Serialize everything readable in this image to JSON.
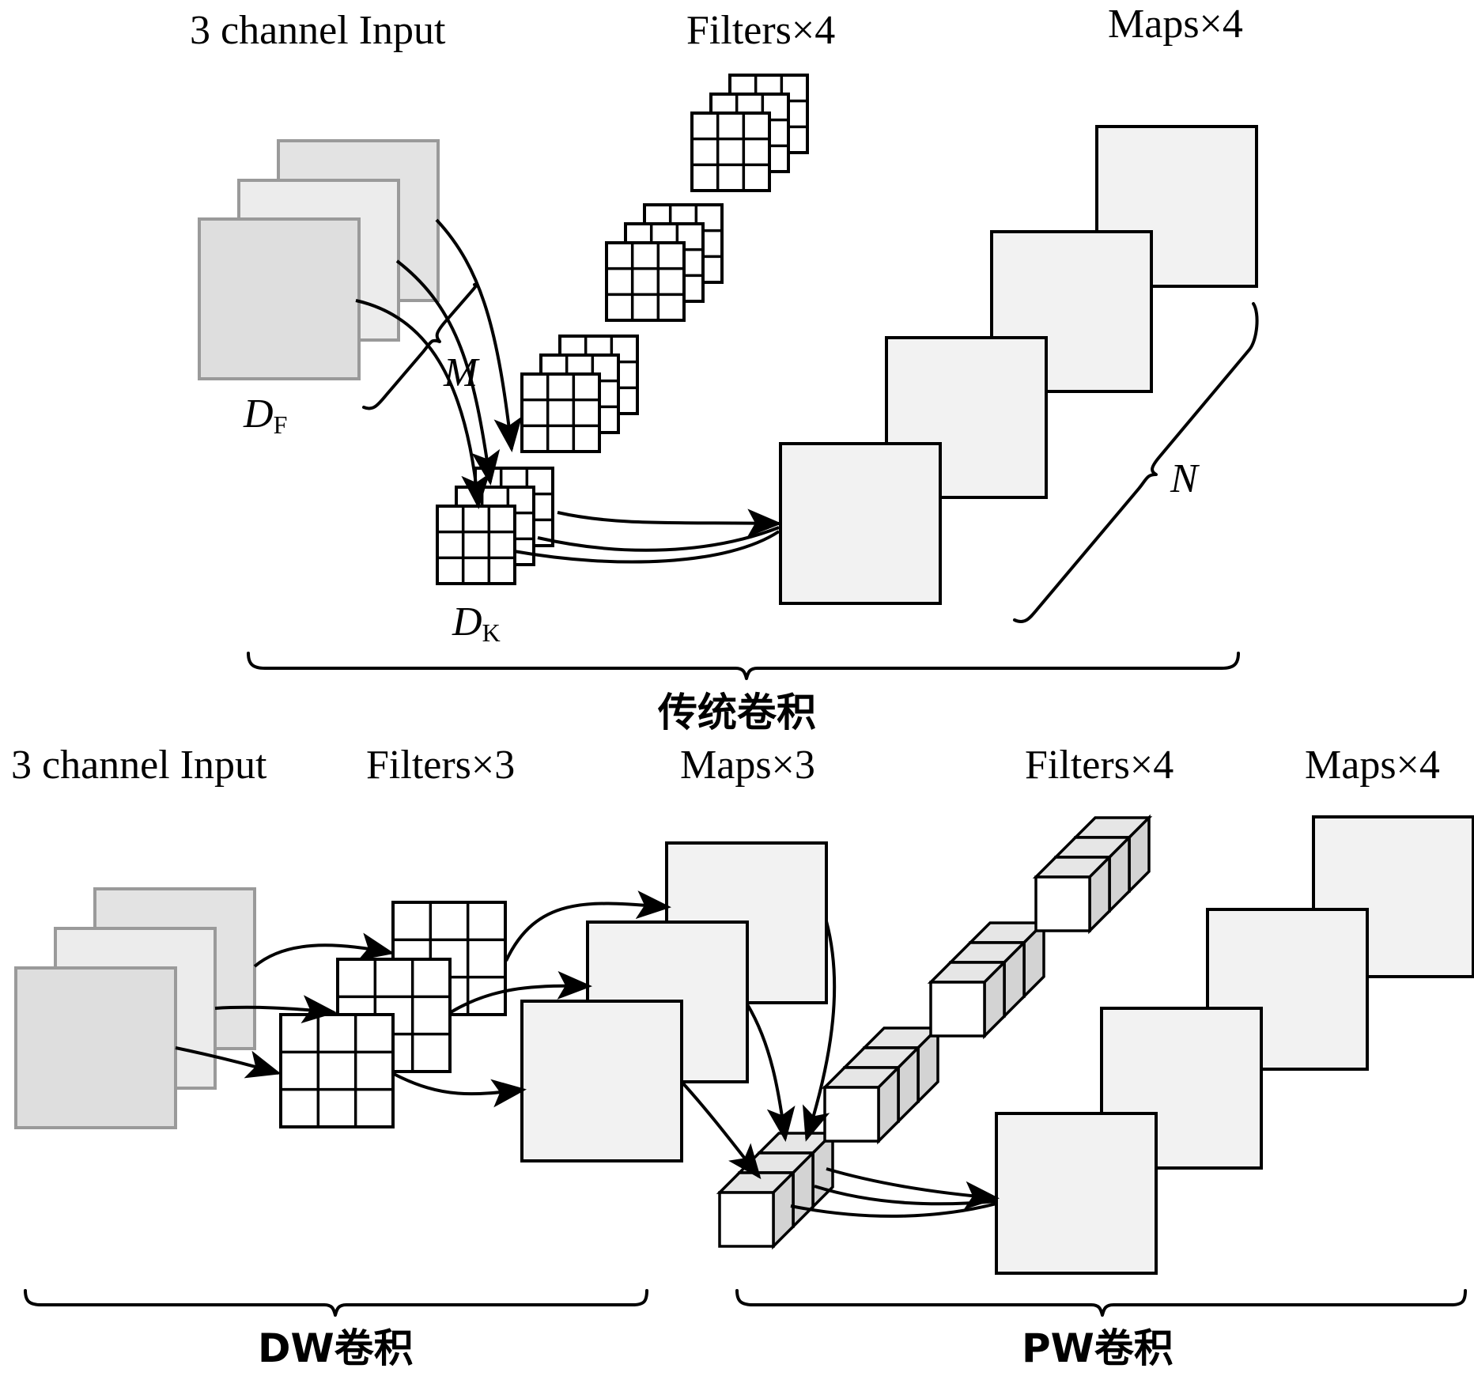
{
  "top": {
    "input_label": "3 channel Input",
    "filters_label": "Filters×4",
    "maps_label": "Maps×4",
    "df_main": "D",
    "df_sub": "F",
    "dk_main": "D",
    "dk_sub": "K",
    "m_label": "M",
    "n_label": "N",
    "caption": "传统卷积"
  },
  "bottom": {
    "input_label": "3 channel Input",
    "filters3_label": "Filters×3",
    "maps3_label": "Maps×3",
    "filters4_label": "Filters×4",
    "maps4_label": "Maps×4",
    "dw_caption": "DW卷积",
    "pw_caption": "PW卷积"
  },
  "colors": {
    "input_fill": "#e0e0e0",
    "input_stroke": "#9a9a9a",
    "map_fill": "#f2f2f2",
    "cube_side": "#d9d9d9"
  }
}
